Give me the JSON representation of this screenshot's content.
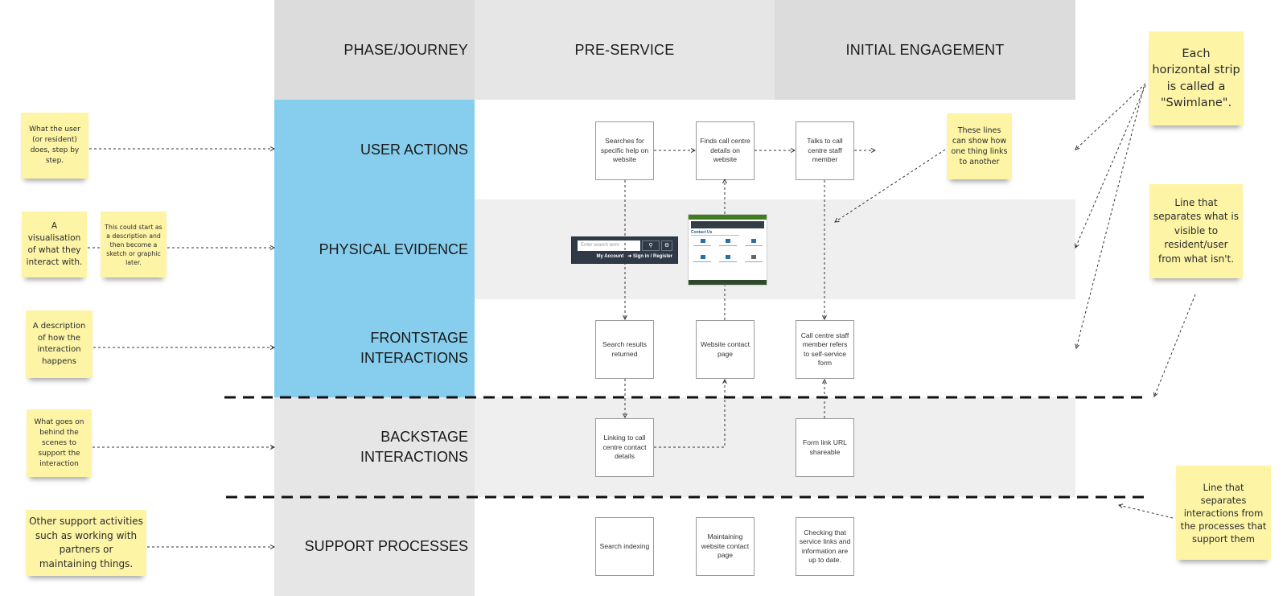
{
  "headers": {
    "phase_label": "PHASE/JOURNEY",
    "phases": [
      "PRE-SERVICE",
      "INITIAL ENGAGEMENT"
    ]
  },
  "swimlanes": [
    {
      "id": "user-actions",
      "label": "USER ACTIONS"
    },
    {
      "id": "physical-evidence",
      "label": "PHYSICAL EVIDENCE"
    },
    {
      "id": "frontstage",
      "label": "FRONTSTAGE\nINTERACTIONS"
    },
    {
      "id": "backstage",
      "label": "BACKSTAGE\nINTERACTIONS"
    },
    {
      "id": "support",
      "label": "SUPPORT PROCESSES"
    }
  ],
  "steps": {
    "user_actions": [
      "Searches for specific help on website",
      "Finds call centre details on website",
      "Talks to call centre staff member"
    ],
    "frontstage": [
      "Search results returned",
      "Website contact page",
      "Call centre staff member refers to self-service form"
    ],
    "backstage": [
      "Linking to call centre contact details",
      "Form link URL shareable"
    ],
    "support": [
      "Search indexing",
      "Maintaining website contact page",
      "Checking that service links and information are up to date."
    ]
  },
  "physical_evidence": {
    "search_widget": {
      "placeholder": "Enter search term",
      "search_icon": "search-icon",
      "settings_icon": "gear-icon",
      "account_label": "My Account",
      "sign_in_label": "Sign in / Register"
    },
    "contact_page": {
      "title": "Contact Us"
    }
  },
  "sticky_notes": {
    "user_actions": "What the user (or resident) does, step by step.",
    "physical_evidence": "A visualisation of what they interact with.",
    "physical_evidence_extra": "This could start as a description and then become a sketch or graphic later.",
    "frontstage": "A description of how the interaction happens",
    "backstage": "What goes on behind the scenes to support the interaction",
    "support": "Other support activities such as working with partners or maintaining things.",
    "links": "These lines can show how one thing links to another",
    "swimlane": "Each horizontal strip is called a \"Swimlane\".",
    "line_of_visibility": "Line that separates what is visible to resident/user from what isn't.",
    "line_of_internal_interaction": "Line that separates interactions from the processes that support them"
  },
  "colors": {
    "label_highlight": "#87ceee",
    "sticky": "#fdf4a6",
    "header": "#dcdcdc",
    "band": "#efefef"
  }
}
